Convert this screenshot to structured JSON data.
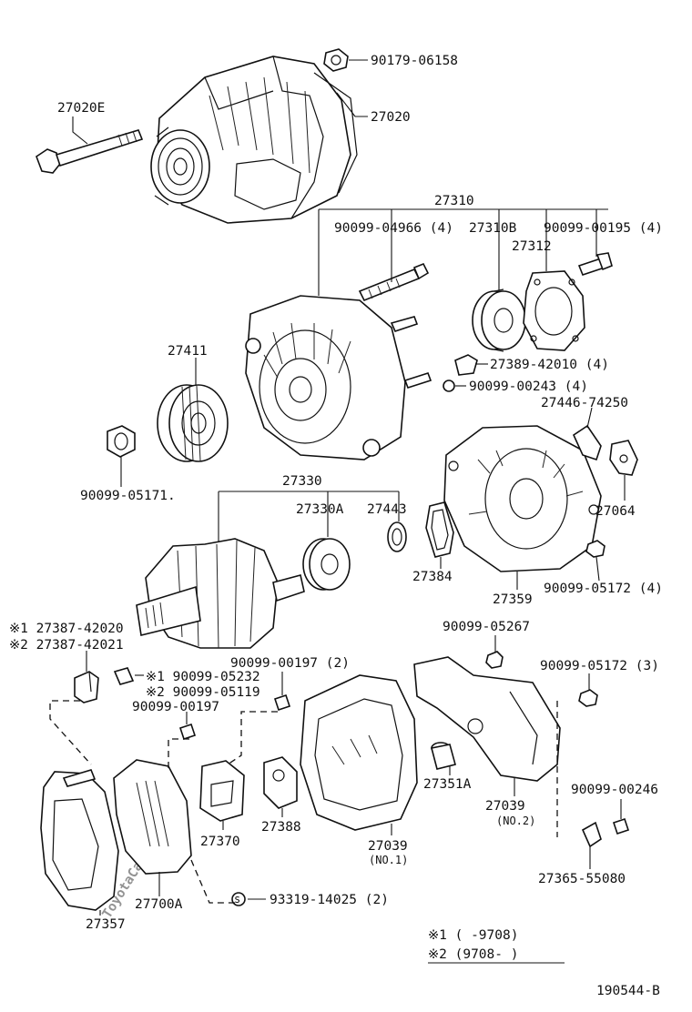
{
  "watermark": "ToyotaCarMine.ru",
  "footer_code": "190544-B",
  "legend": {
    "line1": "※1 (      -9708)",
    "line2": "※2 (9708-      )"
  },
  "labels": {
    "p90179_06158": "90179-06158",
    "p27020E": "27020E",
    "p27020": "27020",
    "p27310": "27310",
    "p90099_04966": "90099-04966 (4)",
    "p27310B": "27310B",
    "p90099_00195": "90099-00195 (4)",
    "p27312": "27312",
    "p27411": "27411",
    "p27389_42010": "27389-42010 (4)",
    "p90099_00243": "90099-00243 (4)",
    "p27446_74250": "27446-74250",
    "p90099_05171": "90099-05171.",
    "p27064": "27064",
    "p27330": "27330",
    "p27330A": "27330A",
    "p27443": "27443",
    "p27384": "27384",
    "p90099_05172_4": "90099-05172 (4)",
    "p27359": "27359",
    "p27387_42020": "※1 27387-42020",
    "p27387_42021": "※2 27387-42021",
    "p90099_05267": "90099-05267",
    "p90099_00197_2": "90099-00197 (2)",
    "p90099_05172_3": "90099-05172 (3)",
    "p90099_05232": "※1 90099-05232",
    "p90099_05119": "※2 90099-05119",
    "p90099_00197": "90099-00197",
    "p27351A": "27351A",
    "p27039_no2": "27039",
    "no2": "(NO.2)",
    "p90099_00246": "90099-00246",
    "p27370": "27370",
    "p27388": "27388",
    "p27039_no1": "27039",
    "no1": "(NO.1)",
    "p27365_55080": "27365-55080",
    "p27357": "27357",
    "p27700A": "27700A",
    "p93319_14025": "93319-14025 (2)"
  }
}
